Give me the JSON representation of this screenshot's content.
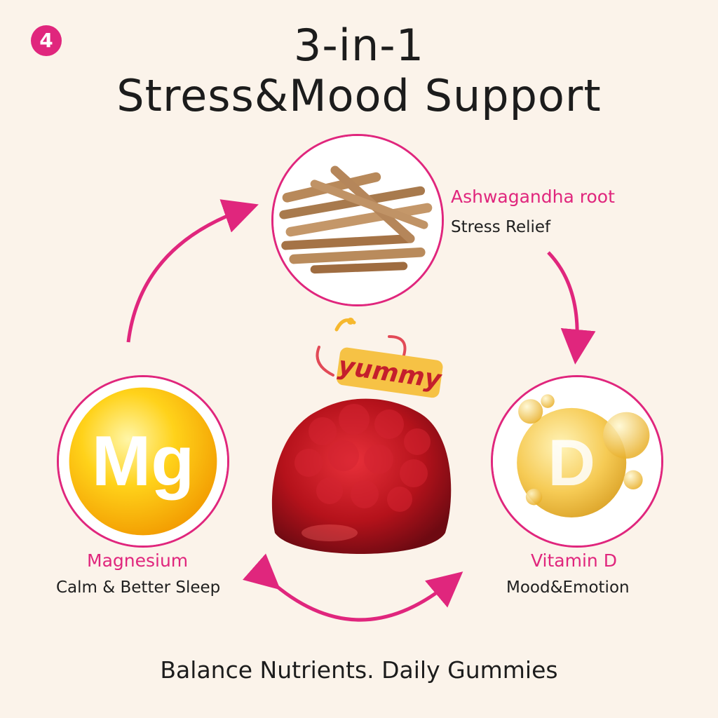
{
  "badge": "4",
  "title": {
    "line1": "3-in-1",
    "line2": "Stress&Mood Support"
  },
  "ingredients": {
    "ashwagandha": {
      "name": "Ashwagandha root",
      "benefit": "Stress Relief"
    },
    "magnesium": {
      "symbol": "Mg",
      "name": "Magnesium",
      "benefit": "Calm & Better Sleep"
    },
    "vitamin_d": {
      "symbol": "D",
      "name": "Vitamin D",
      "benefit": "Mood&Emotion"
    }
  },
  "gummy": {
    "sticker": "yummy"
  },
  "footer": "Balance Nutrients. Daily Gummies",
  "colors": {
    "accent": "#e0267d",
    "background": "#fbf3ea",
    "gold": "#f4b400",
    "gummy": "#b5121b"
  }
}
